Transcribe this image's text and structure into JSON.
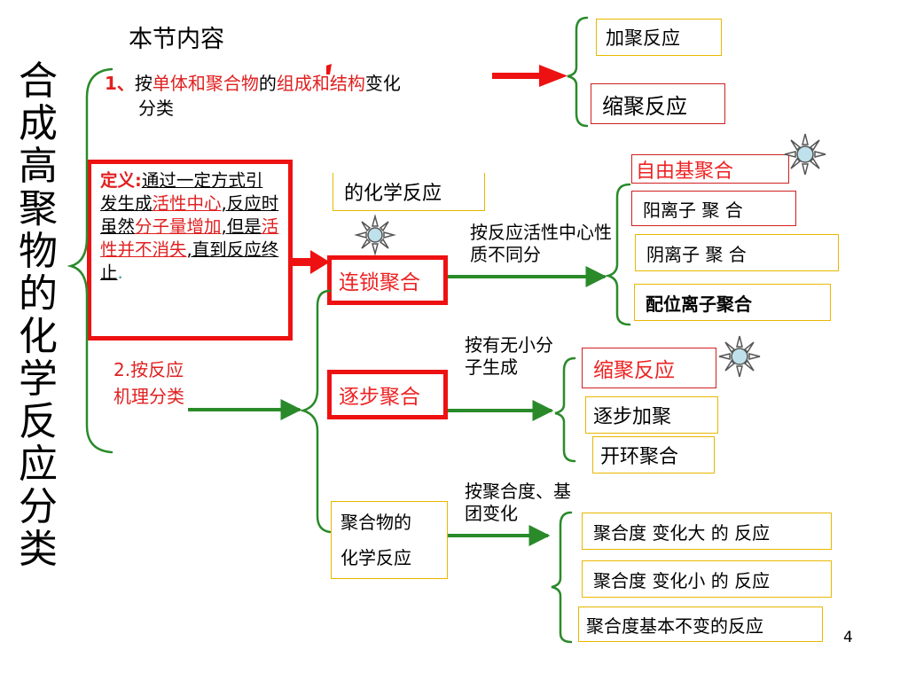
{
  "slide": {
    "title_vertical": "合成高聚物的化学反应分类",
    "section_title": "本节内容",
    "page_number": "4"
  },
  "class1": {
    "num": "1、",
    "t1": "按",
    "t2": "单体和聚合物",
    "t3": "的",
    "t4": "组成和结构",
    "t5": "变化",
    "t6": "分类",
    "branches": [
      "加聚反应",
      "缩聚反应"
    ]
  },
  "definition": {
    "label": "定义:",
    "p1": "通过一定方式引发生成",
    "p2": "活性中心",
    "p3": ",反应时虽然",
    "p4": "分子量增加",
    "p5": ",但是",
    "p6": "活性并不消失",
    "p7": ",直到反应终止",
    "p8": "."
  },
  "class2": {
    "label": "2.按反应机理分类"
  },
  "chain": {
    "label": "连锁聚合",
    "top_fragment": "的化学反应",
    "criterion": "按反应活性中心性质不同分",
    "branches": [
      "自由基聚合",
      "阳离子 聚 合",
      "阴离子 聚 合",
      "配位离子聚合"
    ]
  },
  "step": {
    "label": "逐步聚合",
    "criterion": "按有无小分子生成",
    "branches": [
      "缩聚反应",
      "逐步加聚",
      "开环聚合"
    ]
  },
  "polymer_reaction": {
    "label_line1": "聚合物的",
    "label_line2": "化学反应",
    "criterion": "按聚合度、基团变化",
    "branches": [
      "聚合度 变化大 的  反应",
      "聚合度 变化小 的  反应",
      "聚合度基本不变的反应"
    ]
  },
  "colors": {
    "red": "#ee1111",
    "text_red": "#e02020",
    "yellow_border": "#e8b800",
    "green": "#2a8a2a",
    "sun_core": "#bfe1ec"
  }
}
